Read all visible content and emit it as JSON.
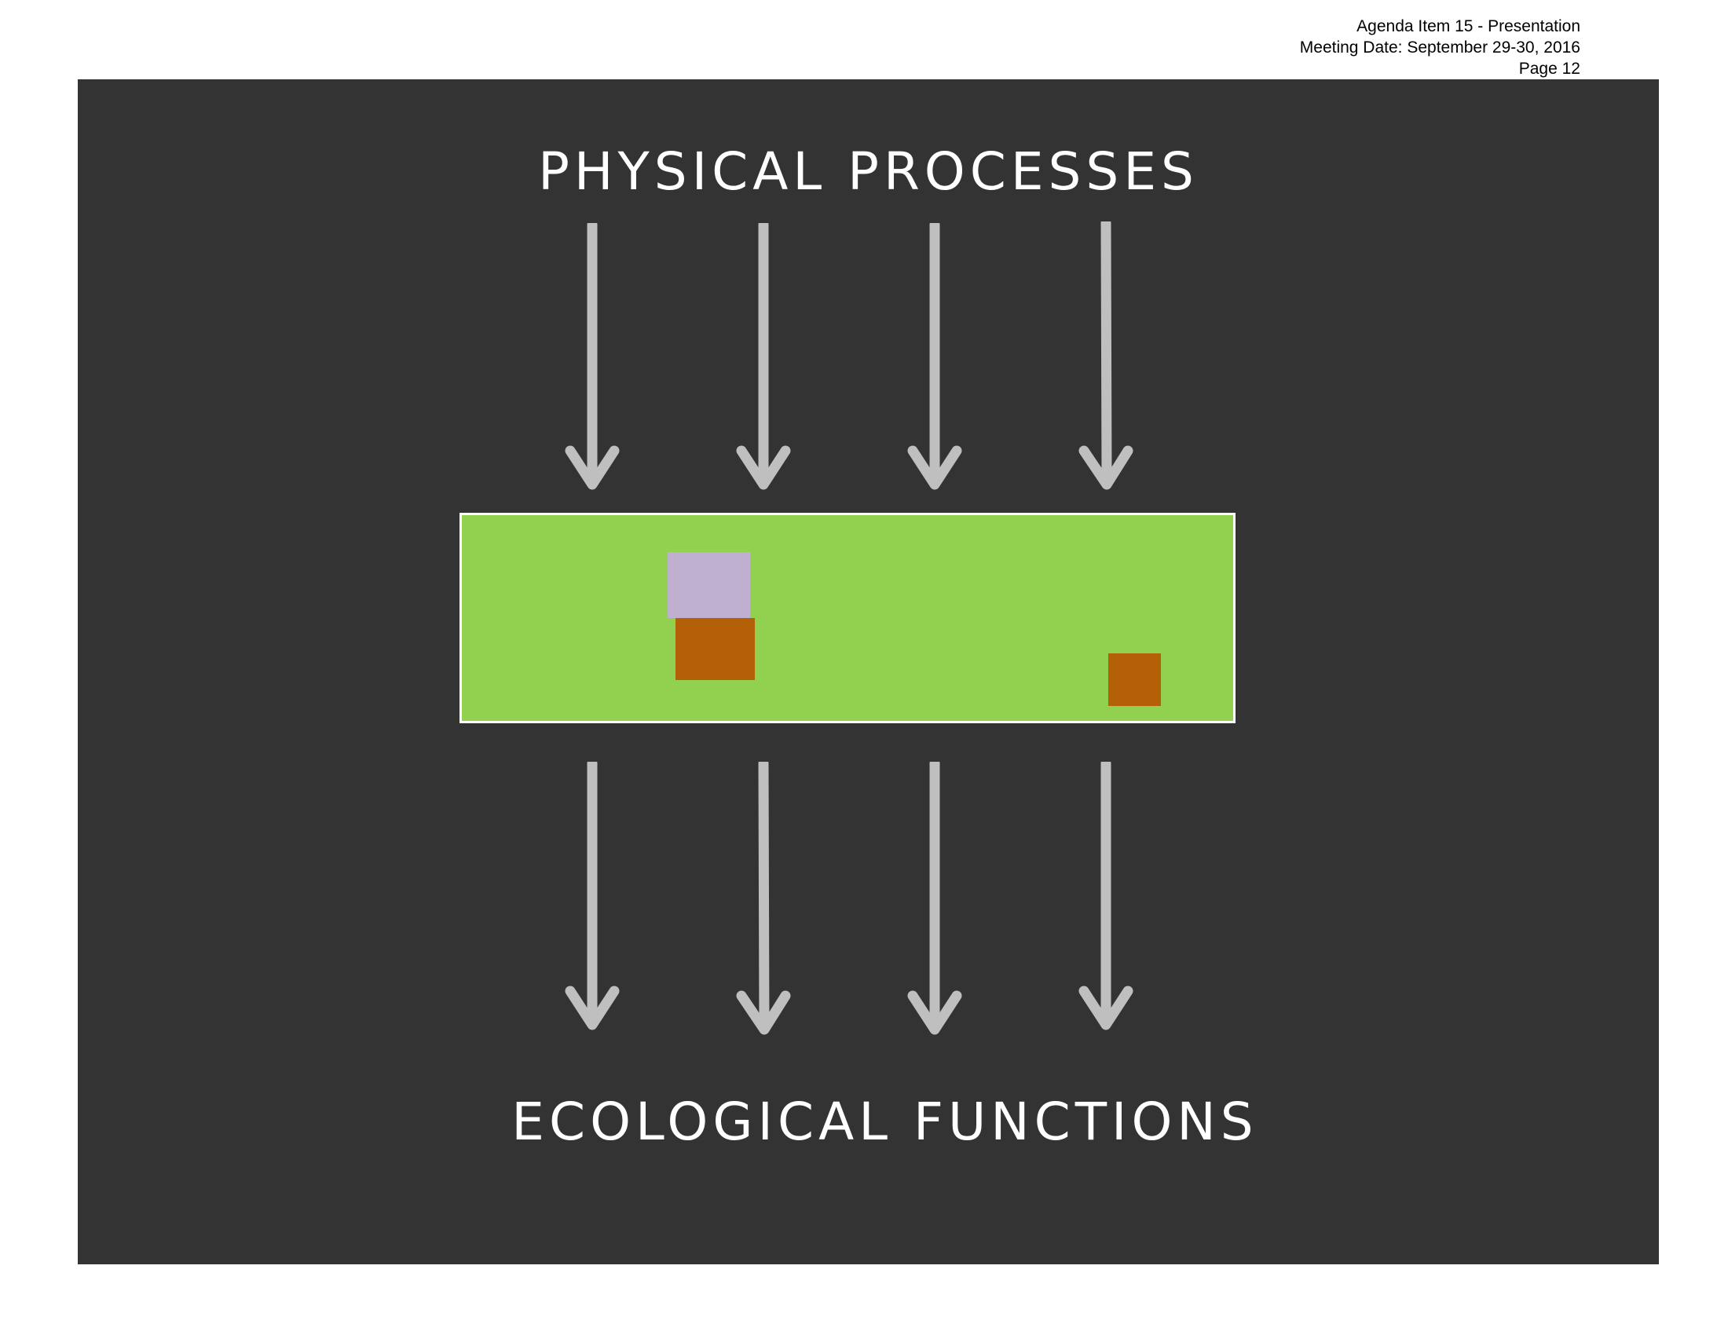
{
  "header": {
    "line1": "Agenda Item 15 - Presentation",
    "line2": "Meeting Date:  September 29-30, 2016",
    "line3": "Page 12"
  },
  "diagram": {
    "top_label": "PHYSICAL PROCESSES",
    "bottom_label": "ECOLOGICAL FUNCTIONS",
    "colors": {
      "background": "#333333",
      "arrow": "#bfbfbf",
      "system_box": "#92d050",
      "system_border": "#ffffff",
      "patch_lavender": "#bfb0d0",
      "patch_brown": "#b46006"
    },
    "arrows_top_count": 4,
    "arrows_bottom_count": 4
  }
}
